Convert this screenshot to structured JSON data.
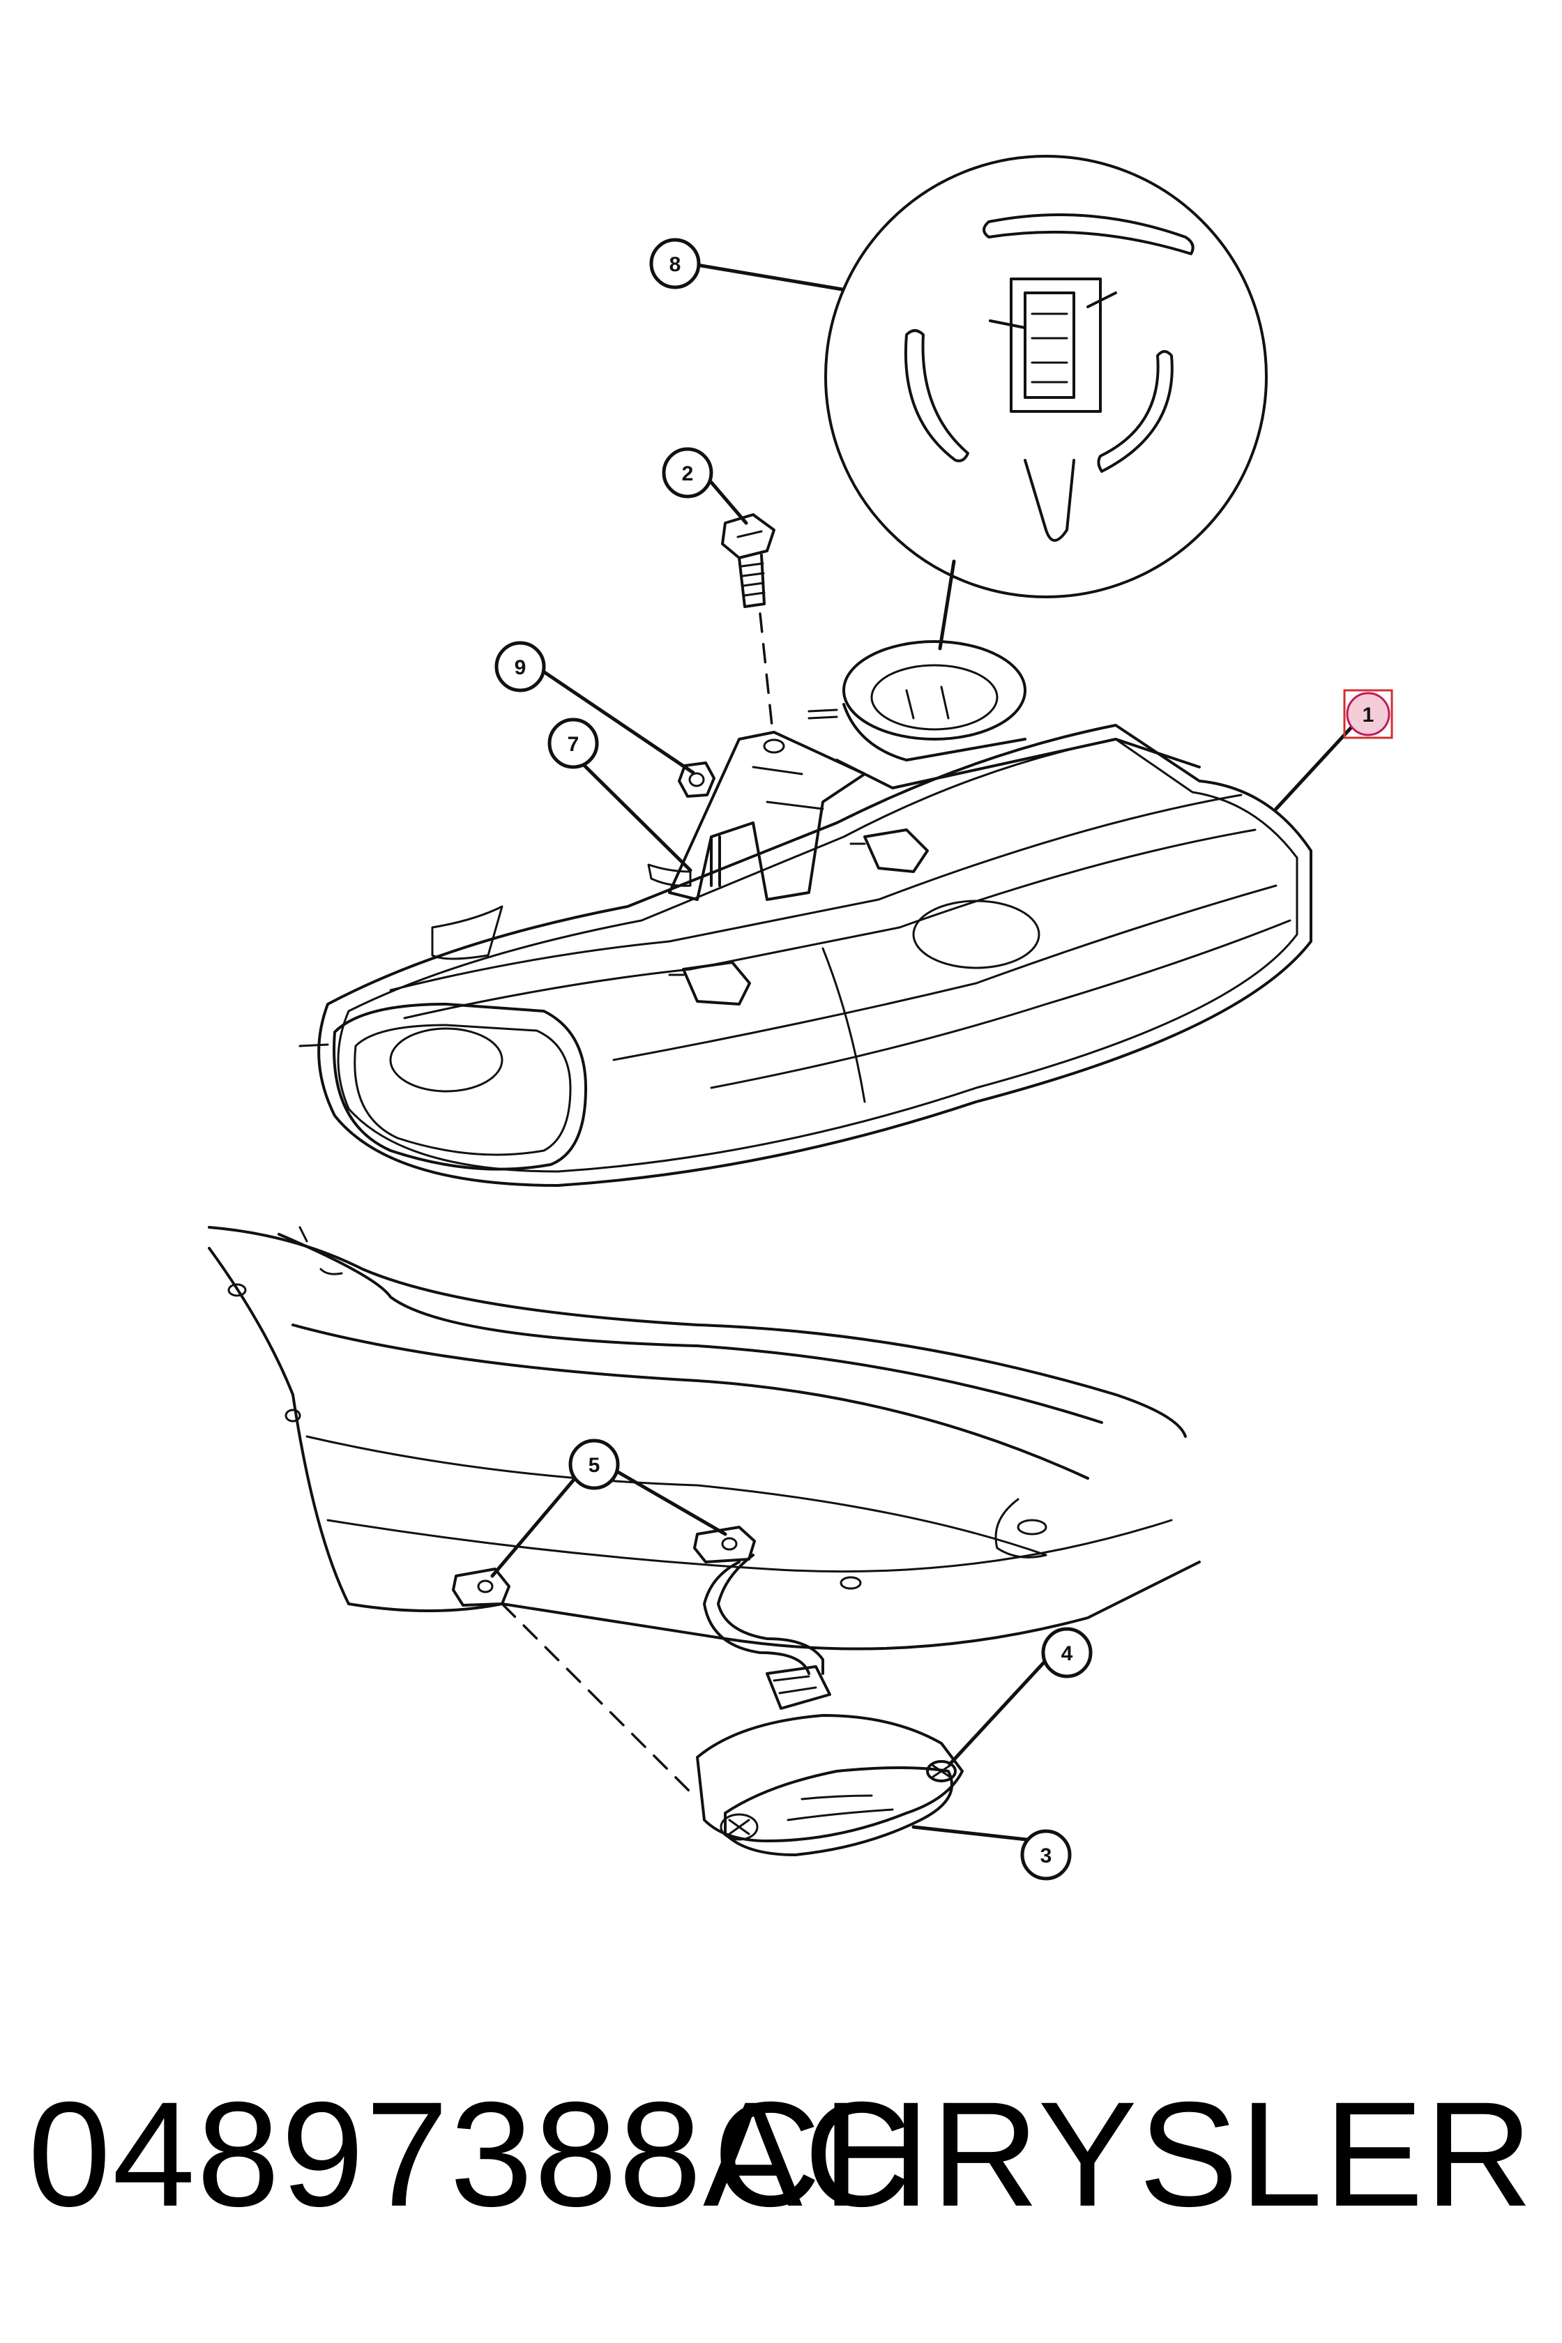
{
  "callouts": [
    {
      "num": "1"
    },
    {
      "num": "2"
    },
    {
      "num": "3"
    },
    {
      "num": "4"
    },
    {
      "num": "5"
    },
    {
      "num": "7"
    },
    {
      "num": "8"
    },
    {
      "num": "9"
    }
  ],
  "footer": {
    "part_number": "04897388AC",
    "brand": "CHRYSLER"
  },
  "colors": {
    "line": "#111111",
    "highlight_fill": "#f4cdd9",
    "highlight_box": "#d32f2f"
  }
}
